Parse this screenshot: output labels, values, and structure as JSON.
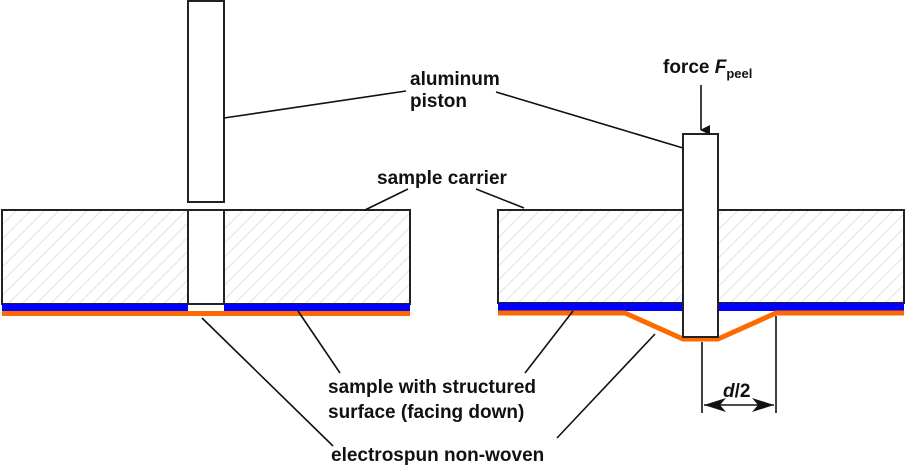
{
  "labels": {
    "piston_line1": "aluminum",
    "piston_line2": "piston",
    "carrier": "sample carrier",
    "force_prefix": "force ",
    "force_symbol": "F",
    "force_subscript": "peel",
    "sample_line1": "sample with structured",
    "sample_line2": "surface (facing down)",
    "nonwoven": "electrospun non-woven",
    "dimension_symbol": "d",
    "dimension_suffix": "/2"
  },
  "colors": {
    "sample_layer": "#0000ff",
    "nonwoven_layer": "#ff6a00",
    "carrier_hatch": "#dfe3ea",
    "outline": "#222222"
  }
}
